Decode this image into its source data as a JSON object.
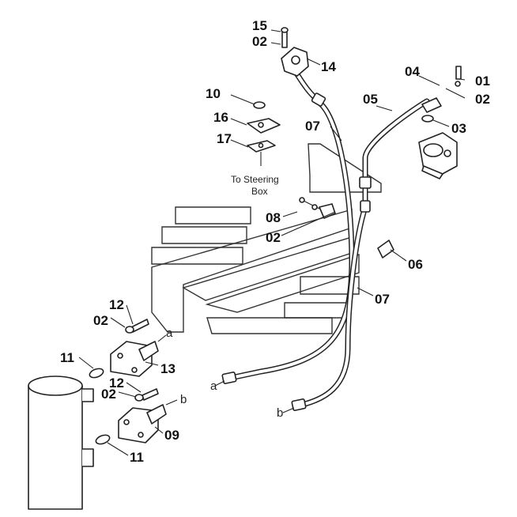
{
  "callouts": {
    "c15": "15",
    "c02_top": "02",
    "c14": "14",
    "c10": "10",
    "c16": "16",
    "c17": "17",
    "c07_upper": "07",
    "c05": "05",
    "c04": "04",
    "c01": "01",
    "c02_right": "02",
    "c03": "03",
    "c08": "08",
    "c02_mid": "02",
    "c06": "06",
    "c07_lower": "07",
    "c12_upper": "12",
    "c02_left_upper": "02",
    "c11_upper": "11",
    "c13": "13",
    "c12_lower": "12",
    "c02_left_lower": "02",
    "c09": "09",
    "c11_lower": "11"
  },
  "note_line1": "To Steering",
  "note_line2": "Box",
  "port_a_fitting": "a",
  "port_b_fitting": "b",
  "hose_end_a": "a",
  "hose_end_b": "b"
}
